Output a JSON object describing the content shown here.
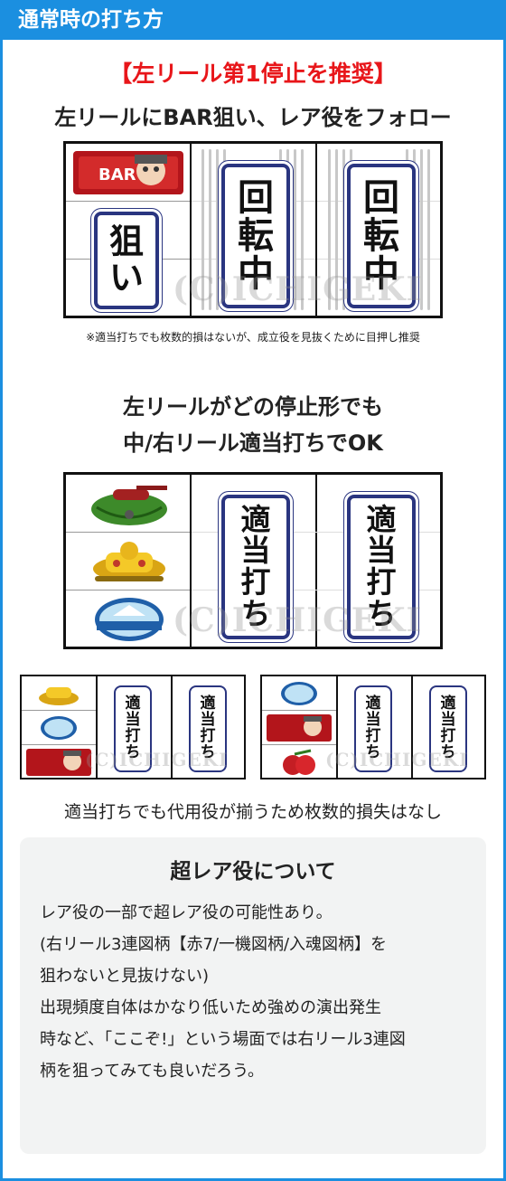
{
  "header": {
    "title": "通常時の打ち方"
  },
  "section1": {
    "red_title": "【左リール第1停止を推奨】",
    "subtitle": "左リールにBAR狙い、レア役をフォロー",
    "left_tag": [
      "狙",
      "い"
    ],
    "center_tag": [
      "回",
      "転",
      "中"
    ],
    "right_tag": [
      "回",
      "転",
      "中"
    ],
    "watermark": "(C)ICHIGEKI",
    "note": "※適当打ちでも枚数的損はないが、成立役を見抜くために目押し推奨"
  },
  "section2": {
    "subtitle_line1": "左リールがどの停止形でも",
    "subtitle_line2": "中/右リール適当打ちでOK",
    "center_tag": [
      "適",
      "当",
      "打",
      "ち"
    ],
    "right_tag": [
      "適",
      "当",
      "打",
      "ち"
    ],
    "watermark": "(C)ICHIGEKI",
    "caption": "適当打ちでも代用役が揃うため枚数的損失はなし"
  },
  "symbols": {
    "bar": "BAR",
    "watermelon": "watermelon-tank-icon",
    "bell": "yellow-tank-icon",
    "replay": "blue-emblem-icon",
    "cherry": "cherry-icon"
  },
  "colors": {
    "header_bg": "#1b8fe0",
    "red_title": "#e8161a",
    "tag_border": "#2a3580",
    "info_bg": "#f2f3f3"
  },
  "info": {
    "title": "超レア役について",
    "lines": [
      "レア役の一部で超レア役の可能性あり。",
      "(右リール3連図柄【赤7/一機図柄/入魂図柄】を",
      "狙わないと見抜けない)",
      "出現頻度自体はかなり低いため強めの演出発生",
      "時など、「ここぞ!」という場面では右リール3連図",
      "柄を狙ってみても良いだろう。"
    ]
  }
}
